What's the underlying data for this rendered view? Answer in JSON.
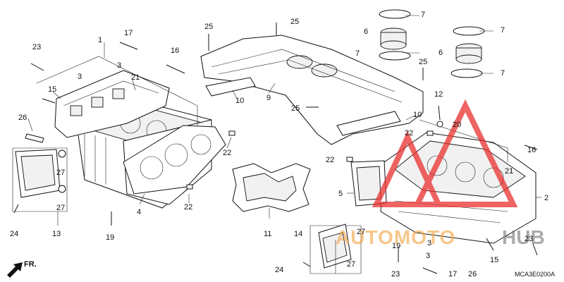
{
  "diagram": {
    "code": "MCA3E0200A",
    "direction_label": "FR.",
    "callouts": {
      "c1": "1",
      "c2": "2",
      "c3a": "3",
      "c3b": "3",
      "c3c": "3",
      "c3d": "3",
      "c4": "4",
      "c5": "5",
      "c6a": "6",
      "c6b": "6",
      "c7a": "7",
      "c7b": "7",
      "c7c": "7",
      "c7d": "7",
      "c9": "9",
      "c10a": "10",
      "c10b": "10",
      "c11": "11",
      "c12": "12",
      "c13": "13",
      "c14": "14",
      "c15a": "15",
      "c15b": "15",
      "c16a": "16",
      "c16b": "16",
      "c17a": "17",
      "c17b": "17",
      "c19a": "19",
      "c19b": "19",
      "c20": "20",
      "c21a": "21",
      "c21b": "21",
      "c22a": "22",
      "c22b": "22",
      "c22c": "22",
      "c22d": "22",
      "c23a": "23",
      "c23b": "23",
      "c23c": "23",
      "c24a": "24",
      "c24b": "24",
      "c25a": "25",
      "c25b": "25",
      "c25c": "25",
      "c25d": "25",
      "c26a": "26",
      "c26b": "26",
      "c27a": "27",
      "c27b": "27",
      "c27c": "27",
      "c27d": "27"
    }
  },
  "watermark": {
    "brand_left": "AUTOMOTO",
    "brand_right": "HUB",
    "triangle_color": "#e8312f",
    "text_color": "#f2a64a"
  }
}
